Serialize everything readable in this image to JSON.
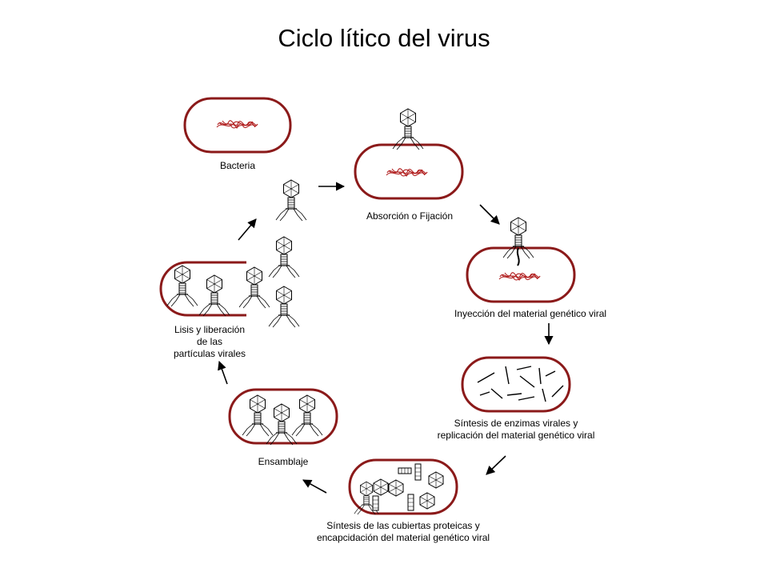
{
  "title": "Ciclo lítico del virus",
  "stages": {
    "bacteria": "Bacteria",
    "absorption": "Absorción o Fijación",
    "injection": "Inyección del material genético viral",
    "synthesis_enzymes_1": "Síntesis de enzimas virales y",
    "synthesis_enzymes_2": "replicación del material genético viral",
    "synthesis_capsids_1": "Síntesis de las cubiertas proteicas y",
    "synthesis_capsids_2": "encapcidación del material genético viral",
    "assembly": "Ensamblaje",
    "lysis_1": "Lisis y liberación",
    "lysis_2": "de las",
    "lysis_3": "partículas virales"
  },
  "colors": {
    "cell_outline": "#8b1a1a",
    "dna": "#b22222",
    "ink": "#000000"
  },
  "icons": [
    "bacteriophage-icon",
    "arrow-icon",
    "dna-icon",
    "viral-fragment-icon",
    "capsid-head-icon",
    "phage-tail-icon"
  ]
}
